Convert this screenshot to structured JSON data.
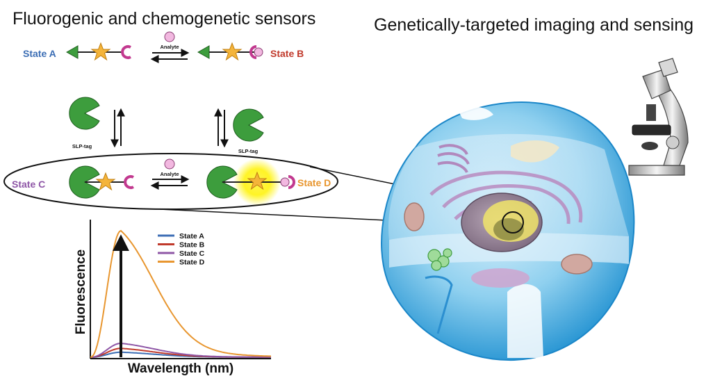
{
  "titles": {
    "left": "Fluorogenic and chemogenetic sensors",
    "right": "Genetically-targeted imaging and sensing"
  },
  "labels": {
    "analyte_top": "Analyte",
    "analyte_bottom": "Analyte",
    "slp_tag_left": "SLP-tag",
    "slp_tag_right": "SLP-tag"
  },
  "states": {
    "a": "State A",
    "b": "State B",
    "c": "State C",
    "d": "State D"
  },
  "colors": {
    "state_a": "#3b6db4",
    "state_b": "#c0392b",
    "state_c": "#8e56a6",
    "state_d": "#e8962f",
    "tag_green": "#3d9d3d",
    "star": "#f4b43a",
    "binder_magenta": "#c2398f",
    "analyte_pink": "#f2b8e0"
  },
  "icons": {
    "microscope": "microscope-icon",
    "cell": "cell-illustration"
  },
  "chart_data": {
    "type": "line",
    "title": "",
    "xlabel": "Wavelength (nm)",
    "ylabel": "Fluorescence",
    "grid": false,
    "legend_placement": "top-right",
    "legend": [
      "State A",
      "State B",
      "State C",
      "State D"
    ],
    "series": [
      {
        "name": "State A",
        "color": "#3b6db4",
        "peak_relative": 0.04
      },
      {
        "name": "State B",
        "color": "#c0392b",
        "peak_relative": 0.07
      },
      {
        "name": "State C",
        "color": "#8e56a6",
        "peak_relative": 0.11
      },
      {
        "name": "State D",
        "color": "#e8962f",
        "peak_relative": 1.0
      }
    ]
  }
}
